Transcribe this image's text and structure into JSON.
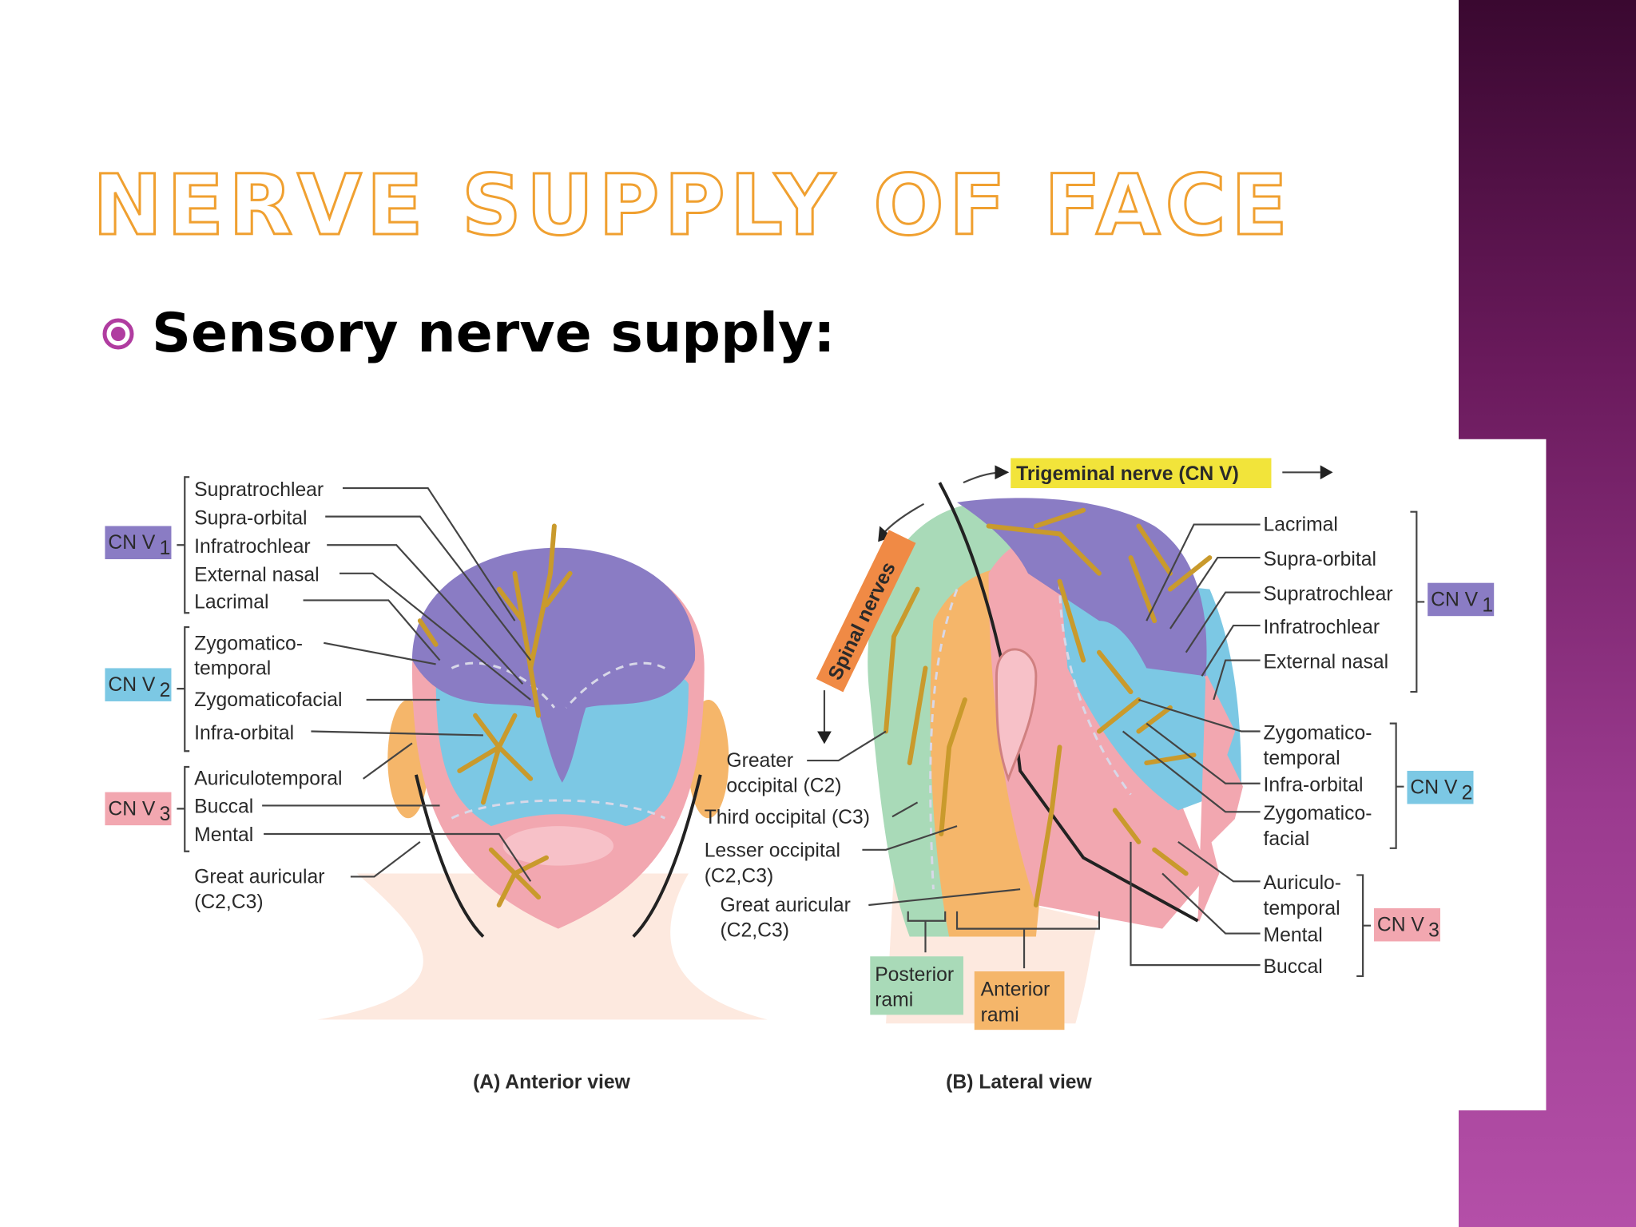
{
  "slide": {
    "title": "NERVE SUPPLY OF FACE",
    "bullet": "Sensory nerve supply:"
  },
  "figure": {
    "top_label": "Trigeminal nerve (CN V)",
    "spinal_label": "Spinal nerves",
    "anterior": {
      "groups": {
        "v1": "CN V",
        "v2": "CN V",
        "v3": "CN V"
      },
      "v1_labels": [
        "Supratrochlear",
        "Supra-orbital",
        "Infratrochlear",
        "External nasal",
        "Lacrimal"
      ],
      "v2_labels": [
        "Zygomatico-",
        "temporal",
        "Zygomaticofacial",
        "Infra-orbital"
      ],
      "v3_labels": [
        "Auriculotemporal",
        "Buccal",
        "Mental"
      ],
      "great_auricular": [
        "Great auricular",
        "(C2,C3)"
      ],
      "caption": "(A) Anterior view"
    },
    "lateral": {
      "v1_labels": [
        "Lacrimal",
        "Supra-orbital",
        "Supratrochlear",
        "Infratrochlear",
        "External nasal"
      ],
      "v2_labels": [
        "Zygomatico-",
        "temporal",
        "Infra-orbital",
        "Zygomatico-",
        "facial"
      ],
      "v3_labels": [
        "Auriculo-",
        "temporal",
        "Mental",
        "Buccal"
      ],
      "groups": {
        "v1": "CN V",
        "v2": "CN V",
        "v3": "CN V"
      },
      "subscripts": {
        "v1": "1",
        "v2": "2",
        "v3": "3"
      },
      "cervical_labels": [
        "Greater",
        "occipital (C2)",
        "Third occipital (C3)",
        "Lesser occipital",
        "(C2,C3)",
        "Great auricular",
        "(C2,C3)"
      ],
      "posterior_rami": [
        "Posterior",
        "rami"
      ],
      "anterior_rami": [
        "Anterior",
        "rami"
      ],
      "caption": "(B) Lateral view"
    },
    "colors": {
      "v1": "#8a7cc4",
      "v2": "#7cc8e4",
      "v3": "#f2a7b0",
      "orange": "#f5b66a",
      "green": "#a9dab8",
      "yellow": "#f2e43a"
    }
  }
}
